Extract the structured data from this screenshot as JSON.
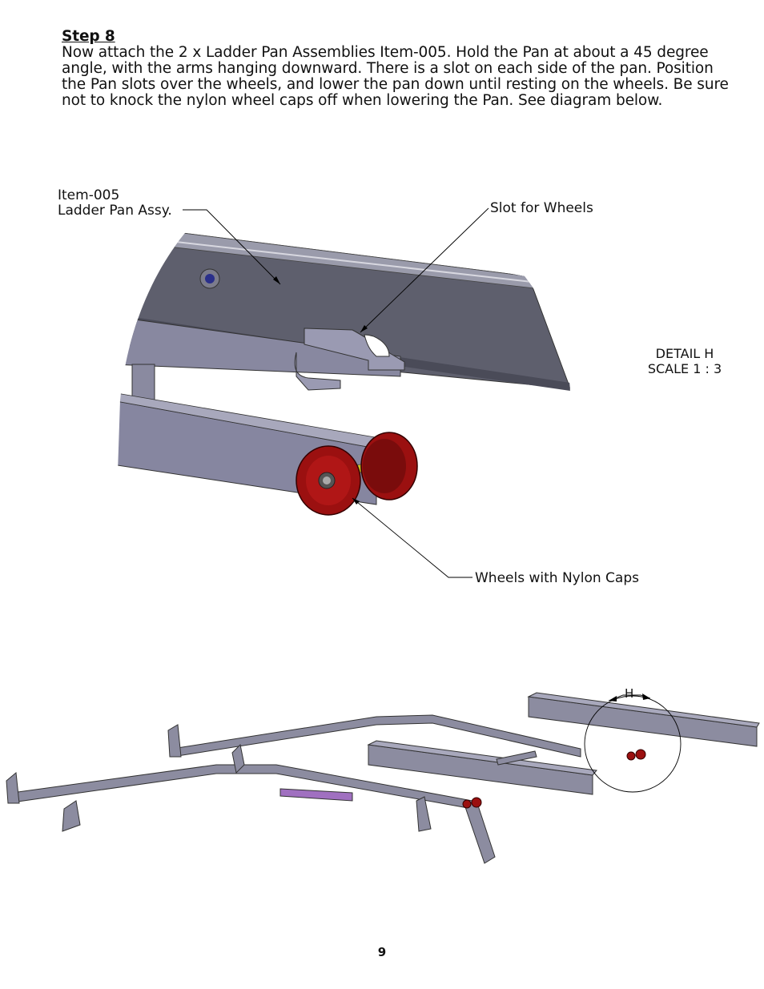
{
  "step": {
    "title": "Step 8",
    "text": "Now attach the 2 x Ladder Pan Assemblies Item-005. Hold the Pan at about a 45 degree angle, with the arms hanging downward. There is a slot on each side of the pan. Position the Pan slots over the wheels, and lower the pan down until resting on the wheels. Be sure not to knock the nylon wheel caps off when lowering the Pan. See diagram below."
  },
  "callouts": {
    "item_number": "Item-005",
    "item_name": "Ladder Pan Assy.",
    "slot": "Slot for Wheels",
    "wheels": "Wheels with Nylon Caps"
  },
  "detail": {
    "title": "DETAIL H",
    "scale": "SCALE 1 : 3",
    "marker": "H"
  },
  "page_number": "9",
  "colors": {
    "pan": "#5e5f6d",
    "frame": "#8c8ca0",
    "wheel": "#9b1010",
    "axle": "#c8c020"
  }
}
